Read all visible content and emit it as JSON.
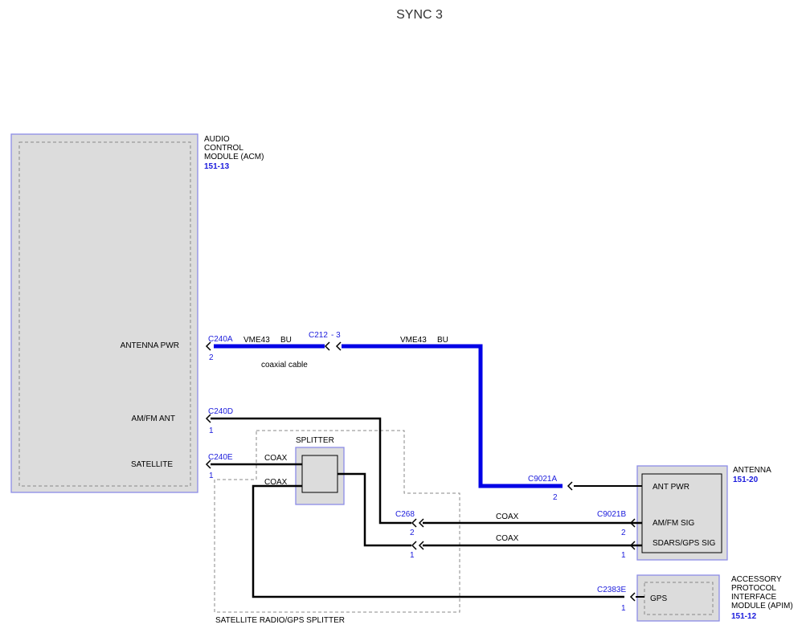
{
  "title": "SYNC 3",
  "colors": {
    "wire": "#000000",
    "antenna_power_wire": "#0000e6",
    "connector_text": "#1a1adc",
    "module_outline": "#8c8ce6",
    "module_fill": "#dcdcdc",
    "shield_dash": "#888888"
  },
  "modules": {
    "acm": {
      "name_lines": [
        "AUDIO",
        "CONTROL",
        "MODULE (ACM)"
      ],
      "ref": "151-13",
      "pins": {
        "antenna_pwr": "ANTENNA PWR",
        "amfm_ant": "AM/FM ANT",
        "satellite": "SATELLITE"
      }
    },
    "antenna": {
      "name": "ANTENNA",
      "ref": "151-20",
      "pins": {
        "ant_pwr": "ANT PWR",
        "amfm_sig": "AM/FM SIG",
        "sdars_gps_sig": "SDARS/GPS SIG"
      }
    },
    "apim": {
      "name_lines": [
        "ACCESSORY",
        "PROTOCOL",
        "INTERFACE",
        "MODULE (APIM)"
      ],
      "ref": "151-12",
      "pins": {
        "gps": "GPS"
      }
    },
    "splitter": {
      "inner_label": "SPLITTER",
      "assembly_label": "SATELLITE RADIO/GPS SPLITTER"
    }
  },
  "connectors": {
    "c240a": {
      "id": "C240A",
      "pin": "2"
    },
    "c240d": {
      "id": "C240D",
      "pin": "1"
    },
    "c240e": {
      "id": "C240E",
      "pin": "1"
    },
    "c212": {
      "id": "C212",
      "pin": "- 3"
    },
    "c268": {
      "id": "C268",
      "pin_upper": "2",
      "pin_lower": "1"
    },
    "c9021a": {
      "id": "C9021A",
      "pin": "2"
    },
    "c9021b": {
      "id": "C9021B",
      "pin_upper": "2",
      "pin_lower": "1"
    },
    "c2383e": {
      "id": "C2383E",
      "pin": "1"
    }
  },
  "wires": {
    "vme43_left": {
      "circuit": "VME43",
      "color": "BU"
    },
    "vme43_right": {
      "circuit": "VME43",
      "color": "BU"
    },
    "note": "coaxial cable",
    "coax_1": "COAX",
    "coax_2": "COAX",
    "coax_3": "COAX",
    "coax_4": "COAX"
  }
}
